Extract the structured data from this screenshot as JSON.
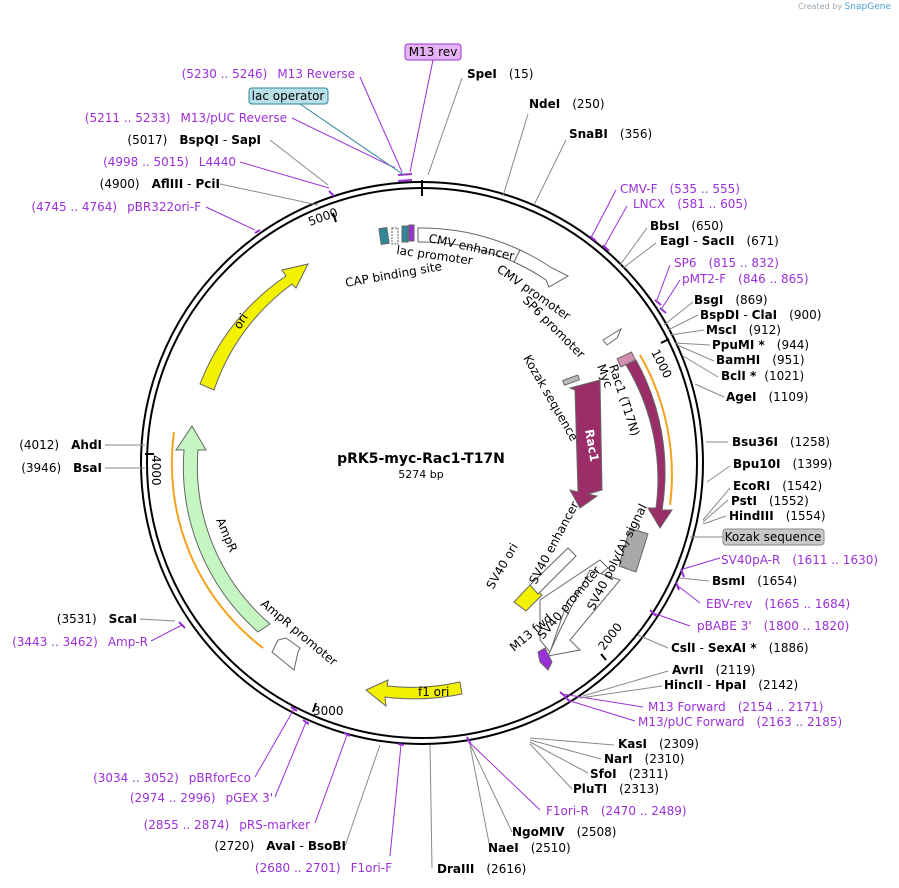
{
  "credit": {
    "prefix": "Created by",
    "brand": "SnapGene"
  },
  "title": "pRK5-myc-Rac1-T17N",
  "length": "5274 bp",
  "colors": {
    "primer": "#9b30d9",
    "site": "#000000",
    "line_site": "#8a8a8a",
    "line_primer": "#9b30d9"
  },
  "sites": [
    {
      "name": "SpeI",
      "pos": "(15)"
    },
    {
      "name": "NdeI",
      "pos": "(250)"
    },
    {
      "name": "SnaBI",
      "pos": "(356)"
    },
    {
      "name": "BbsI",
      "pos": "(650)"
    },
    {
      "name": "EagI",
      "sep": "-",
      "name2": "SacII",
      "pos": "(671)"
    },
    {
      "name": "BsgI",
      "pos": "(869)"
    },
    {
      "name": "BspDI",
      "sep": "-",
      "name2": "ClaI",
      "pos": "(900)"
    },
    {
      "name": "MscI",
      "pos": "(912)"
    },
    {
      "name": "PpuMI *",
      "pos": "(944)"
    },
    {
      "name": "BamHI",
      "pos": "(951)"
    },
    {
      "name": "BclI *",
      "pos": "(1021)"
    },
    {
      "name": "AgeI",
      "pos": "(1109)"
    },
    {
      "name": "Bsu36I",
      "pos": "(1258)"
    },
    {
      "name": "Bpu10I",
      "pos": "(1399)"
    },
    {
      "name": "EcoRI",
      "pos": "(1542)"
    },
    {
      "name": "PstI",
      "pos": "(1552)"
    },
    {
      "name": "HindIII",
      "pos": "(1554)"
    },
    {
      "name": "BsmI",
      "pos": "(1654)"
    },
    {
      "name": "CslI",
      "sep": "-",
      "name2": "SexAI *",
      "pos": "(1886)"
    },
    {
      "name": "AvrII",
      "pos": "(2119)"
    },
    {
      "name": "HincII",
      "sep": "-",
      "name2": "HpaI",
      "pos": "(2142)"
    },
    {
      "name": "KasI",
      "pos": "(2309)"
    },
    {
      "name": "NarI",
      "pos": "(2310)"
    },
    {
      "name": "SfoI",
      "pos": "(2311)"
    },
    {
      "name": "PluTI",
      "pos": "(2313)"
    },
    {
      "name": "NgoMIV",
      "pos": "(2508)"
    },
    {
      "name": "NaeI",
      "pos": "(2510)"
    },
    {
      "name": "DraIII",
      "pos": "(2616)"
    },
    {
      "name": "AvaI",
      "sep": "-",
      "name2": "BsoBI",
      "pos": "(2720)"
    },
    {
      "name": "ScaI",
      "pos": "(3531)"
    },
    {
      "name": "BsaI",
      "pos": "(3946)"
    },
    {
      "name": "AhdI",
      "pos": "(4012)"
    },
    {
      "name": "AflIII",
      "sep": "-",
      "name2": "PciI",
      "pos": "(4900)"
    },
    {
      "name": "BspQI",
      "sep": "-",
      "name2": "SapI",
      "pos": "(5017)"
    }
  ],
  "primers": [
    {
      "name": "M13 Reverse",
      "pos": "(5230 .. 5246)"
    },
    {
      "name": "M13/pUC Reverse",
      "pos": "(5211 .. 5233)"
    },
    {
      "name": "L4440",
      "pos": "(4998 .. 5015)"
    },
    {
      "name": "pBR322ori-F",
      "pos": "(4745 .. 4764)"
    },
    {
      "name": "CMV-F",
      "pos": "(535 .. 555)"
    },
    {
      "name": "LNCX",
      "pos": "(581 .. 605)"
    },
    {
      "name": "SP6",
      "pos": "(815 .. 832)"
    },
    {
      "name": "pMT2-F",
      "pos": "(846 .. 865)"
    },
    {
      "name": "SV40pA-R",
      "pos": "(1611 .. 1630)"
    },
    {
      "name": "EBV-rev",
      "pos": "(1665 .. 1684)"
    },
    {
      "name": "pBABE 3'",
      "pos": "(1800 .. 1820)"
    },
    {
      "name": "M13 Forward",
      "pos": "(2154 .. 2171)"
    },
    {
      "name": "M13/pUC Forward",
      "pos": "(2163 .. 2185)"
    },
    {
      "name": "F1ori-R",
      "pos": "(2470 .. 2489)"
    },
    {
      "name": "F1ori-F",
      "pos": "(2680 .. 2701)"
    },
    {
      "name": "pRS-marker",
      "pos": "(2855 .. 2874)"
    },
    {
      "name": "pGEX 3'",
      "pos": "(2974 .. 2996)"
    },
    {
      "name": "pBRforEco",
      "pos": "(3034 .. 3052)"
    },
    {
      "name": "Amp-R",
      "pos": "(3443 .. 3462)"
    }
  ],
  "boxes": {
    "m13rev": "M13 rev",
    "lac_operator": "lac operator",
    "kozak_box": "Kozak sequence"
  },
  "features": {
    "cmv_enhancer": "CMV enhancer",
    "cmv_promoter": "CMV promoter",
    "sp6_promoter": "SP6 promoter",
    "lac_promoter": "lac promoter",
    "cap_site": "CAP binding site",
    "kozak": "Kozak sequence",
    "myc": "Myc",
    "rac1_t17n": "Rac1 (T17N)",
    "rac1": "Rac1",
    "sv40_ori": "SV40 ori",
    "sv40_enhancer": "SV40 enhancer",
    "sv40_promoter": "SV40 promoter",
    "sv40_polya": "SV40 poly(A) signal",
    "m13_fwd": "M13 fwd",
    "f1_ori": "f1 ori",
    "ampr": "AmpR",
    "ampr_promoter": "AmpR promoter",
    "ori": "ori"
  },
  "ticks": [
    "1000",
    "2000",
    "3000",
    "4000",
    "5000"
  ]
}
